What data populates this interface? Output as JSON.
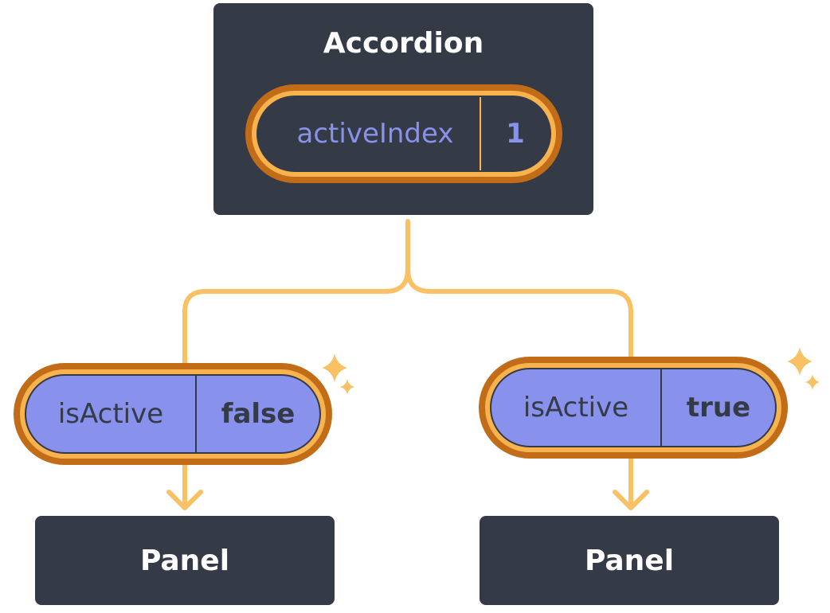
{
  "accordion": {
    "title": "Accordion",
    "state": {
      "key": "activeIndex",
      "value": "1"
    }
  },
  "children": [
    {
      "prop_key": "isActive",
      "prop_value": "false",
      "title": "Panel"
    },
    {
      "prop_key": "isActive",
      "prop_value": "true",
      "title": "Panel"
    }
  ],
  "colors": {
    "node_bg": "#343a46",
    "connector": "#f9c164",
    "pill_outline": "#c26c18",
    "pill_fill": "#f9b34e",
    "prop_bg": "#8891ec",
    "sparkle": "#f9c164"
  }
}
